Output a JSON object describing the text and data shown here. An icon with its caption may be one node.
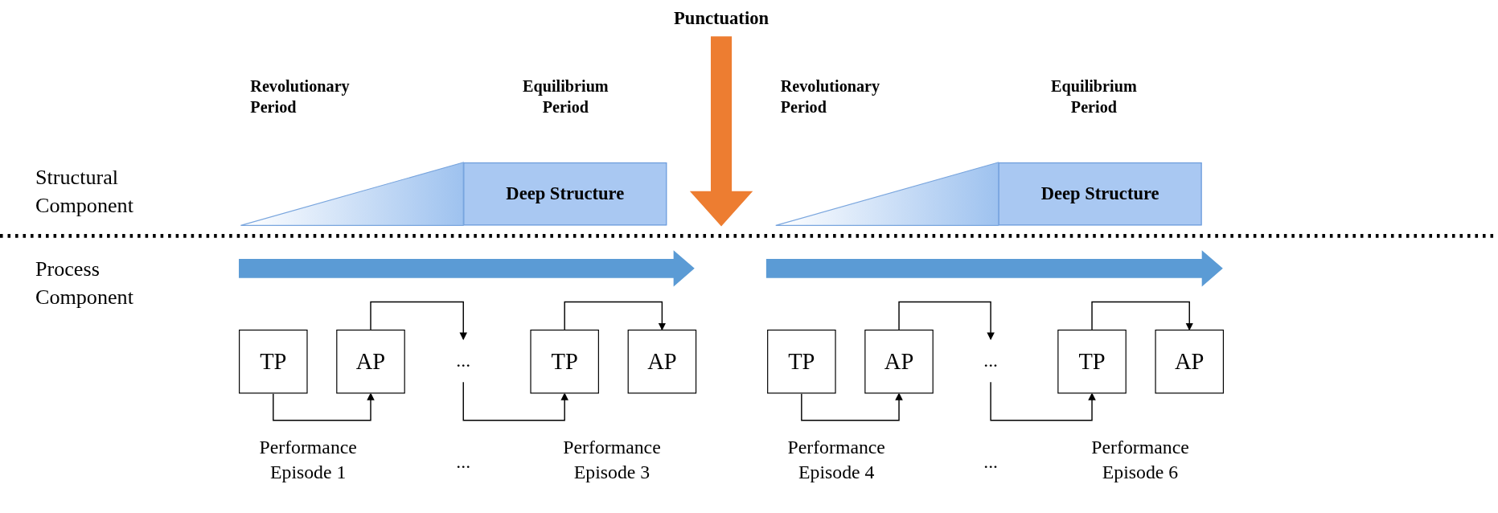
{
  "diagram": {
    "nodes": [
      {
        "text": [],
        "shape": "triangle"
      },
      {
        "text": [
          "Deep Structure"
        ]
      },
      {
        "text": [],
        "shape": "triangle"
      },
      {
        "text": [
          "Deep Structure"
        ]
      },
      {
        "text": [
          "TP"
        ]
      },
      {
        "text": [
          "AP"
        ]
      },
      {
        "text": [
          "..."
        ]
      },
      {
        "text": [
          "TP"
        ]
      },
      {
        "text": [
          "AP"
        ]
      },
      {
        "text": [
          "TP"
        ]
      },
      {
        "text": [
          "AP"
        ]
      },
      {
        "text": [
          "..."
        ]
      },
      {
        "text": [
          "TP"
        ]
      },
      {
        "text": [
          "AP"
        ]
      },
      {
        "text": [
          "Punctuation"
        ]
      }
    ],
    "edges": [
      {
        "from": 4,
        "to": 5,
        "arrow": "to"
      },
      {
        "from": 5,
        "to": 6,
        "arrow": "to"
      },
      {
        "from": 6,
        "to": 7,
        "arrow": "to"
      },
      {
        "from": 7,
        "to": 8,
        "arrow": "to"
      },
      {
        "from": 9,
        "to": 10,
        "arrow": "to"
      },
      {
        "from": 10,
        "to": 11,
        "arrow": "to"
      },
      {
        "from": 11,
        "to": 12,
        "arrow": "to"
      },
      {
        "from": 12,
        "to": 13,
        "arrow": "to"
      },
      {
        "from": 14,
        "to": null,
        "arrow": "to",
        "style": "thick",
        "color": "#ed7d31"
      }
    ],
    "labels": [
      "Revolutionary Period",
      "Equilibrium Period",
      "Revolutionary Period",
      "Equilibrium Period",
      "Structural Component",
      "Process Component",
      "Performance Episode 1",
      "...",
      "Performance Episode 3",
      "Performance Episode 4",
      "...",
      "Performance Episode 6"
    ]
  }
}
